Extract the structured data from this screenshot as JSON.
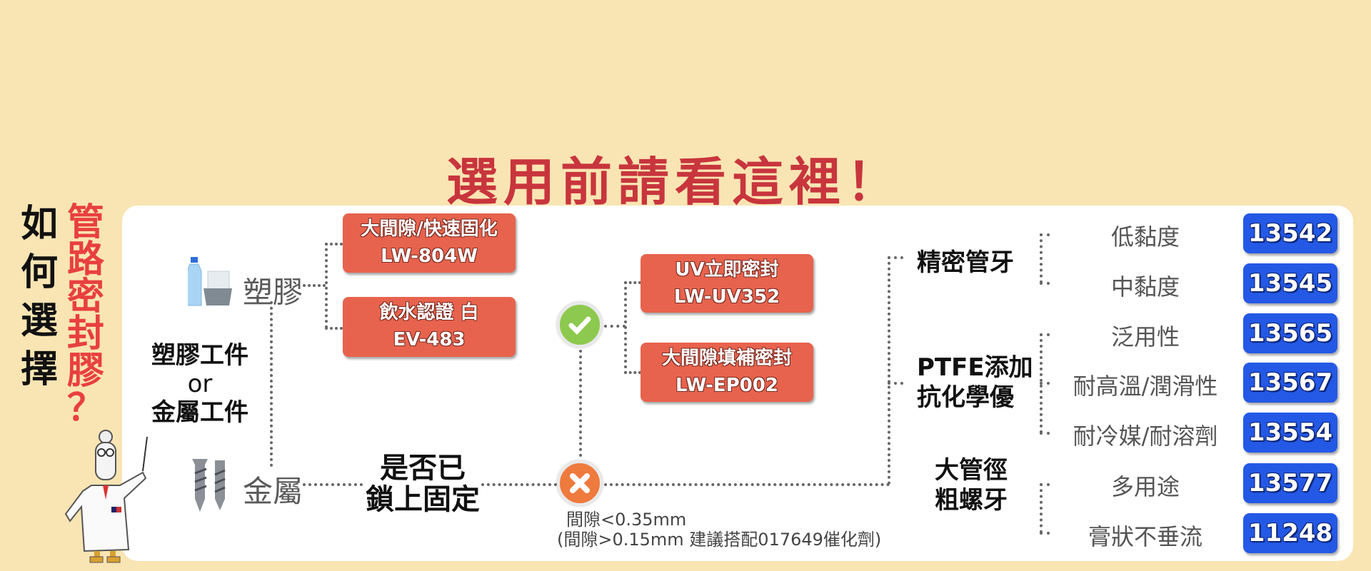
{
  "title": "選用前請看這裡！",
  "left_heading": {
    "black": [
      "如",
      "何",
      "選",
      "擇"
    ],
    "red": [
      "管",
      "路",
      "密",
      "封",
      "膠",
      "？"
    ]
  },
  "colors": {
    "background": "#f9e5b3",
    "title": "#c8353d",
    "product_box": "#e8634d",
    "badge": "#2459e6",
    "check": "#8dc94e",
    "cross": "#ee7a3d"
  },
  "workpiece": {
    "line1": "塑膠工件",
    "or": "or",
    "line2": "金屬工件"
  },
  "plastic": {
    "label": "塑膠",
    "icon": "plastic-bottle-cup-icon",
    "products": [
      {
        "name": "大間隙/快速固化",
        "code": "LW-804W"
      },
      {
        "name": "飲水認證 白",
        "code": "EV-483"
      }
    ]
  },
  "metal": {
    "label": "金屬",
    "icon": "screws-icon"
  },
  "question": {
    "line1": "是否已",
    "line2": "鎖上固定"
  },
  "yes": {
    "icon": "check-icon",
    "products": [
      {
        "name": "UV立即密封",
        "code": "LW-UV352"
      },
      {
        "name": "大間隙填補密封",
        "code": "LW-EP002"
      }
    ]
  },
  "no": {
    "icon": "cross-icon",
    "note1": "間隙<0.35mm",
    "note2": "(間隙>0.15mm 建議搭配017649催化劑)"
  },
  "categories": [
    {
      "lines": [
        "精密管牙"
      ],
      "options": [
        {
          "label": "低黏度",
          "code": "13542"
        },
        {
          "label": "中黏度",
          "code": "13545"
        }
      ]
    },
    {
      "lines": [
        "PTFE添加",
        "抗化學優"
      ],
      "options": [
        {
          "label": "泛用性",
          "code": "13565"
        },
        {
          "label": "耐高溫/潤滑性",
          "code": "13567"
        },
        {
          "label": "耐冷媒/耐溶劑",
          "code": "13554"
        }
      ]
    },
    {
      "lines": [
        "大管徑",
        "粗螺牙"
      ],
      "options": [
        {
          "label": "多用途",
          "code": "13577"
        },
        {
          "label": "膏狀不垂流",
          "code": "11248"
        }
      ]
    }
  ]
}
